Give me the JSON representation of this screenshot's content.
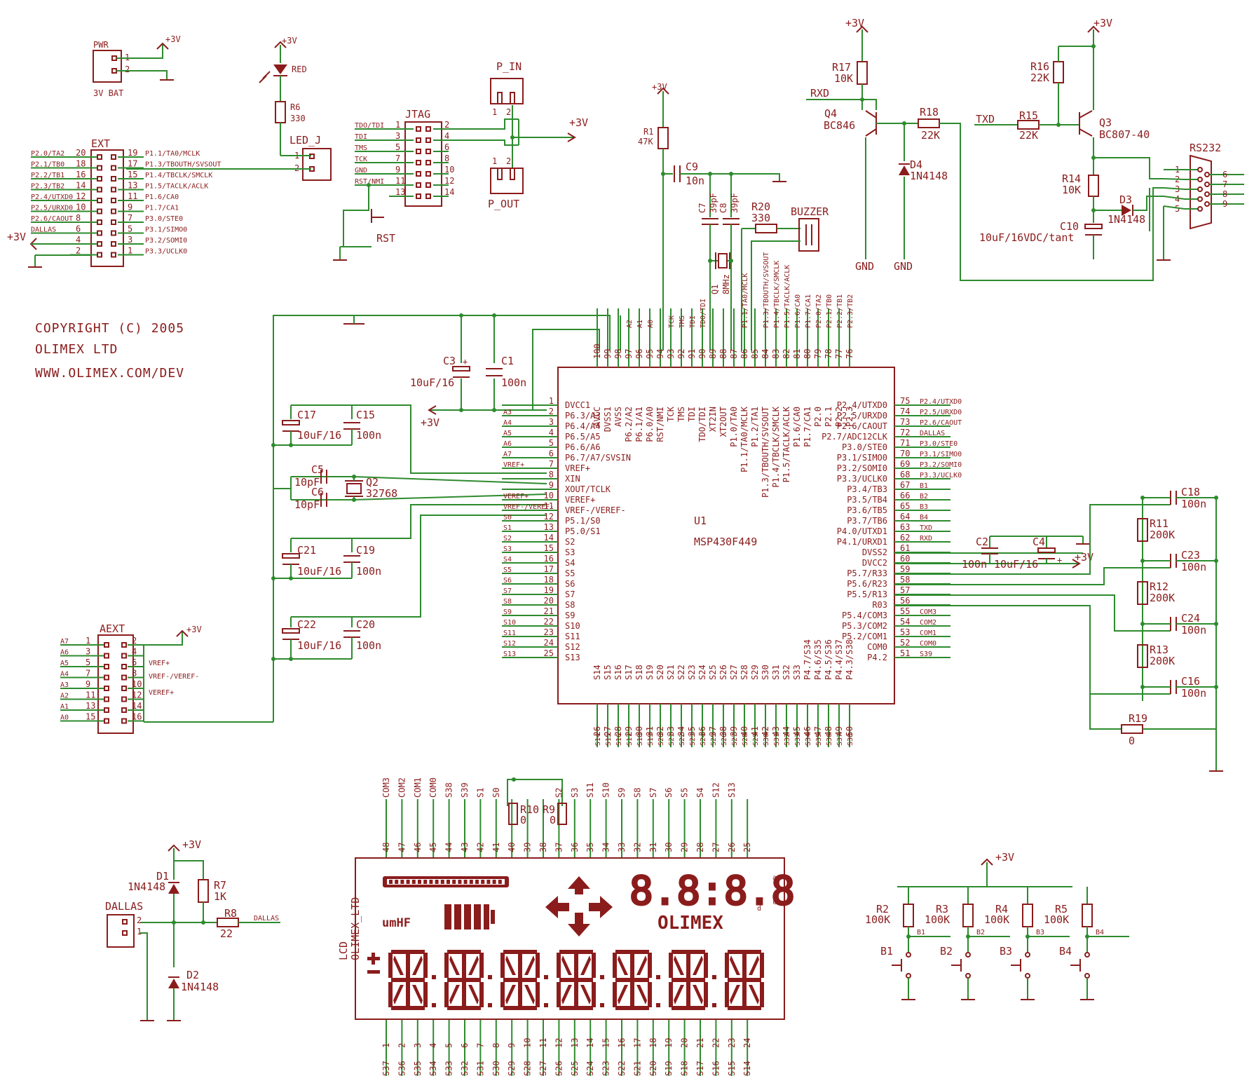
{
  "copyright": {
    "line1": "COPYRIGHT (C) 2005",
    "line2": "OLIMEX LTD",
    "line3": "WWW.OLIMEX.COM/DEV"
  },
  "power_nets": {
    "vcc": "+3V",
    "gnd": "GND"
  },
  "pwr": {
    "name": "PWR",
    "value": "3V BAT",
    "pins": [
      "1",
      "2"
    ]
  },
  "led": {
    "name": "RED",
    "res": "R6",
    "res_val": "330",
    "conn": "LED_J",
    "pins": [
      "1",
      "2"
    ]
  },
  "jtag": {
    "name": "JTAG",
    "left": [
      "TDO/TDI",
      "TDI",
      "TMS",
      "TCK",
      "GND",
      "RST/NMI"
    ],
    "left_pins": [
      "1",
      "3",
      "5",
      "7",
      "9",
      "11",
      "13"
    ],
    "right_pins": [
      "2",
      "4",
      "6",
      "8",
      "10",
      "12",
      "14"
    ],
    "rst_switch": "RST"
  },
  "pin_conn": {
    "in": "P_IN",
    "out": "P_OUT",
    "pins": [
      "1",
      "2"
    ]
  },
  "ext": {
    "name": "EXT",
    "left_labels": [
      "P2.0/TA2",
      "P2.1/TB0",
      "P2.2/TB1",
      "P2.3/TB2",
      "P2.4/UTXD0",
      "P2.5/URXD0",
      "P2.6/CAOUT",
      "DALLAS"
    ],
    "left_pins": [
      "20",
      "18",
      "16",
      "14",
      "12",
      "10",
      "8",
      "6",
      "4",
      "2"
    ],
    "right_pins": [
      "19",
      "17",
      "15",
      "13",
      "11",
      "9",
      "7",
      "5",
      "3",
      "1"
    ],
    "right_labels": [
      "P1.1/TA0/MCLK",
      "P1.3/TBOUTH/SVSOUT",
      "P1.4/TBCLK/SMCLK",
      "P1.5/TACLK/ACLK",
      "P1.6/CA0",
      "P1.7/CA1",
      "P3.0/STE0",
      "P3.1/SIMO0",
      "P3.2/SOMI0",
      "P3.3/UCLK0"
    ]
  },
  "aext": {
    "name": "AEXT",
    "left_labels": [
      "A7",
      "A6",
      "A5",
      "A4",
      "A3",
      "A2",
      "A1",
      "A0"
    ],
    "left_pins": [
      "1",
      "3",
      "5",
      "7",
      "9",
      "11",
      "13",
      "15"
    ],
    "right_pins": [
      "2",
      "4",
      "6",
      "8",
      "10",
      "12",
      "14",
      "16"
    ],
    "right_labels": [
      "VREF+",
      "VREF-/VEREF-",
      "VEREF+"
    ]
  },
  "caps_left": [
    {
      "a": "C17",
      "b": "C15",
      "va": "10uF/16",
      "vb": "100n"
    },
    {
      "a": "C21",
      "b": "C19",
      "va": "10uF/16",
      "vb": "100n"
    },
    {
      "a": "C22",
      "b": "C20",
      "va": "10uF/16",
      "vb": "100n"
    }
  ],
  "crystal_lf": {
    "c1": "C5",
    "c2": "C6",
    "v": "10pF",
    "q": "Q2",
    "f": "32768"
  },
  "decoupling_top": {
    "c3": "C3",
    "c3v": "10uF/16",
    "c1": "C1",
    "c1v": "100n"
  },
  "reset": {
    "r": "R1",
    "v": "47K",
    "c": "C9",
    "cv": "10n"
  },
  "crystal_hf": {
    "c7": "C7",
    "c8": "C8",
    "v": "39pF",
    "q": "Q1",
    "f": "8MHz"
  },
  "buzzer": {
    "r": "R20",
    "v": "330",
    "name": "BUZZER"
  },
  "mcu": {
    "name": "U1",
    "part": "MSP430F449",
    "left_pins": [
      "1",
      "2",
      "3",
      "4",
      "5",
      "6",
      "7",
      "8",
      "9",
      "10",
      "11",
      "12",
      "13",
      "14",
      "15",
      "16",
      "17",
      "18",
      "19",
      "20",
      "21",
      "22",
      "23",
      "24",
      "25"
    ],
    "left_names": [
      "DVCC1",
      "P6.3/A3",
      "P6.4/A4",
      "P6.5/A5",
      "P6.6/A6",
      "P6.7/A7/SVSIN",
      "VREF+",
      "XIN",
      "XOUT/TCLK",
      "VEREF+",
      "VREF-/VEREF-",
      "P5.1/S0",
      "P5.0/S1",
      "S2",
      "S3",
      "S4",
      "S5",
      "S6",
      "S7",
      "S8",
      "S9",
      "S10",
      "S11",
      "S12",
      "S13"
    ],
    "left_nets": [
      "",
      "A3",
      "A4",
      "A5",
      "A6",
      "A7",
      "VREF+",
      "",
      "",
      "VEREF+",
      "VREF-/VEREF-",
      "S0",
      "S1",
      "S2",
      "S3",
      "S4",
      "S5",
      "S6",
      "S7",
      "S8",
      "S9",
      "S10",
      "S11",
      "S12",
      "S13"
    ],
    "right_pins": [
      "75",
      "74",
      "73",
      "72",
      "71",
      "70",
      "69",
      "68",
      "67",
      "66",
      "65",
      "64",
      "63",
      "62",
      "61",
      "60",
      "59",
      "58",
      "57",
      "56",
      "55",
      "54",
      "53",
      "52",
      "51"
    ],
    "right_names": [
      "P2.4/UTXD0",
      "P2.5/URXD0",
      "P2.6/CAOUT",
      "P2.7/ADC12CLK",
      "P3.0/STE0",
      "P3.1/SIMO0",
      "P3.2/SOMI0",
      "P3.3/UCLK0",
      "P3.4/TB3",
      "P3.5/TB4",
      "P3.6/TB5",
      "P3.7/TB6",
      "P4.0/UTXD1",
      "P4.1/URXD1",
      "DVSS2",
      "DVCC2",
      "P5.7/R33",
      "P5.6/R23",
      "P5.5/R13",
      "R03",
      "P5.4/COM3",
      "P5.3/COM2",
      "P5.2/COM1",
      "COM0",
      "P4.2"
    ],
    "right_nets": [
      "P2.4/UTXD0",
      "P2.5/URXD0",
      "P2.6/CAOUT",
      "DALLAS",
      "P3.0/STE0",
      "P3.1/SIMO0",
      "P3.2/SOMI0",
      "P3.3/UCLK0",
      "B1",
      "B2",
      "B3",
      "B4",
      "TXD",
      "RXD",
      "",
      "",
      "",
      "",
      "",
      "",
      "COM3",
      "COM2",
      "COM1",
      "COM0",
      "S39"
    ],
    "top_pins": [
      "100",
      "99",
      "98",
      "97",
      "96",
      "95",
      "94",
      "93",
      "92",
      "91",
      "90",
      "89",
      "88",
      "87",
      "86",
      "85",
      "84",
      "83",
      "82",
      "81",
      "80",
      "79",
      "78",
      "77",
      "76"
    ],
    "top_names": [
      "AVCC",
      "DVSS1",
      "AVSS",
      "P6.2/A2",
      "P6.1/A1",
      "P6.0/A0",
      "RST/NMI",
      "TCK",
      "TMS",
      "TDI",
      "TDO/TDI",
      "XT2IN",
      "XT2OUT",
      "P1.0/TA0",
      "P1.1/TA0/MCLK",
      "P1.2/TA1",
      "P1.3/TBOUTH/SVSOUT",
      "P1.4/TBCLK/SMCLK",
      "P1.5/TACLK/ACLK",
      "P1.6/CA0",
      "P1.7/CA1",
      "P2.0",
      "P2.1",
      "P2.2",
      "P2.3"
    ],
    "top_nets": [
      "",
      "",
      "",
      "A2",
      "A1",
      "A0",
      "",
      "TCK",
      "TMS",
      "TDI",
      "TDO/TDI",
      "",
      "",
      "",
      "P1.1/TA0/MCLK",
      "",
      "P1.3/TBOUTH/SVSOUT",
      "P1.4/TBCLK/SMCLK",
      "P1.5/TACLK/ACLK",
      "P1.6/CA0",
      "P1.7/CA1",
      "P2.0/TA2",
      "P2.1/TB0",
      "P2.2/TB1",
      "P2.3/TB2"
    ],
    "bottom_pins": [
      "26",
      "27",
      "28",
      "29",
      "30",
      "31",
      "32",
      "33",
      "34",
      "35",
      "36",
      "37",
      "38",
      "39",
      "40",
      "41",
      "42",
      "43",
      "44",
      "45",
      "46",
      "47",
      "48",
      "49",
      "50"
    ],
    "bottom_names": [
      "S14",
      "S15",
      "S16",
      "S17",
      "S18",
      "S19",
      "S20",
      "S21",
      "S22",
      "S23",
      "S24",
      "S25",
      "S26",
      "S27",
      "S28",
      "S29",
      "S30",
      "S31",
      "S32",
      "S33",
      "P4.7/S34",
      "P4.6/S35",
      "P4.5/S36",
      "P4.4/S37",
      "P4.3/S38"
    ],
    "bottom_nets": [
      "S14",
      "S15",
      "S16",
      "S17",
      "S18",
      "S19",
      "S20",
      "S21",
      "S22",
      "S23",
      "S24",
      "S25",
      "S26",
      "S27",
      "S28",
      "S29",
      "S30",
      "S31",
      "S32",
      "S33",
      "S34",
      "S35",
      "S36",
      "S37",
      "S38"
    ]
  },
  "dvcc2_caps": {
    "c2": "C2",
    "c2v": "100n",
    "c4": "C4",
    "c4v": "10uF/16"
  },
  "rs232": {
    "name": "RS232",
    "rxd": "RXD",
    "txd": "TXD",
    "r17": "R17",
    "r17v": "10K",
    "q4": "Q4",
    "q4p": "BC846",
    "r18": "R18",
    "r18v": "22K",
    "d4": "D4",
    "d4p": "1N4148",
    "r16": "R16",
    "r16v": "22K",
    "r15": "R15",
    "r15v": "22K",
    "q3": "Q3",
    "q3p": "BC807-40",
    "r14": "R14",
    "r14v": "10K",
    "d3": "D3",
    "d3p": "1N4148",
    "c10": "C10",
    "c10v": "10uF/16VDC/tant",
    "db9_left": [
      "1",
      "2",
      "3",
      "4",
      "5"
    ],
    "db9_right": [
      "6",
      "7",
      "8",
      "9"
    ]
  },
  "lcd_bias": [
    {
      "c": "C18",
      "v": "100n"
    },
    {
      "r": "R11",
      "v": "200K"
    },
    {
      "c": "C23",
      "v": "100n"
    },
    {
      "r": "R12",
      "v": "200K"
    },
    {
      "c": "C24",
      "v": "100n"
    },
    {
      "r": "R13",
      "v": "200K"
    },
    {
      "c": "C16",
      "v": "100n"
    },
    {
      "r": "R19",
      "v": "0"
    }
  ],
  "dallas": {
    "name": "DALLAS",
    "d1": "D1",
    "d1p": "1N4148",
    "d2": "D2",
    "d2p": "1N4148",
    "r7": "R7",
    "r7v": "1K",
    "r8": "R8",
    "r8v": "22",
    "net": "DALLAS",
    "pins": [
      "2",
      "1"
    ]
  },
  "lcd": {
    "name": "LCD",
    "part": "OLIMEX_LTD",
    "top_pins": [
      "48",
      "47",
      "46",
      "45",
      "44",
      "43",
      "42",
      "41",
      "40",
      "39",
      "38",
      "37",
      "36",
      "35",
      "34",
      "33",
      "32",
      "31",
      "30",
      "29",
      "28",
      "27",
      "26",
      "25"
    ],
    "top_nets": [
      "COM3",
      "COM2",
      "COM1",
      "COM0",
      "S38",
      "S39",
      "S1",
      "S0",
      "",
      "",
      "",
      "S2",
      "S3",
      "S11",
      "S10",
      "S9",
      "S8",
      "S7",
      "S6",
      "S5",
      "S4",
      "S12",
      "S13",
      ""
    ],
    "bottom_pins": [
      "1",
      "2",
      "3",
      "4",
      "5",
      "6",
      "7",
      "8",
      "9",
      "10",
      "11",
      "12",
      "13",
      "14",
      "15",
      "16",
      "17",
      "18",
      "19",
      "20",
      "21",
      "22",
      "23",
      "24"
    ],
    "bottom_nets": [
      "S37",
      "S36",
      "S35",
      "S34",
      "S33",
      "S32",
      "S31",
      "S30",
      "S29",
      "S28",
      "S27",
      "S26",
      "S25",
      "S24",
      "S23",
      "S22",
      "S21",
      "S20",
      "S19",
      "S18",
      "S17",
      "S16",
      "S15",
      "S14"
    ],
    "r10": "R10",
    "r10v": "0",
    "r9": "R9",
    "r9v": "0",
    "unit": "umHF",
    "digits": "8.8:8.8",
    "brand": "OLIMEX",
    "seg_letters": [
      "a",
      "b",
      "c",
      "d"
    ]
  },
  "buttons": [
    {
      "r": "R2",
      "v": "100K",
      "b": "B1",
      "net": "B1"
    },
    {
      "r": "R3",
      "v": "100K",
      "b": "B2",
      "net": "B2"
    },
    {
      "r": "R4",
      "v": "100K",
      "b": "B3",
      "net": "B3"
    },
    {
      "r": "R5",
      "v": "100K",
      "b": "B4",
      "net": "B4"
    }
  ]
}
